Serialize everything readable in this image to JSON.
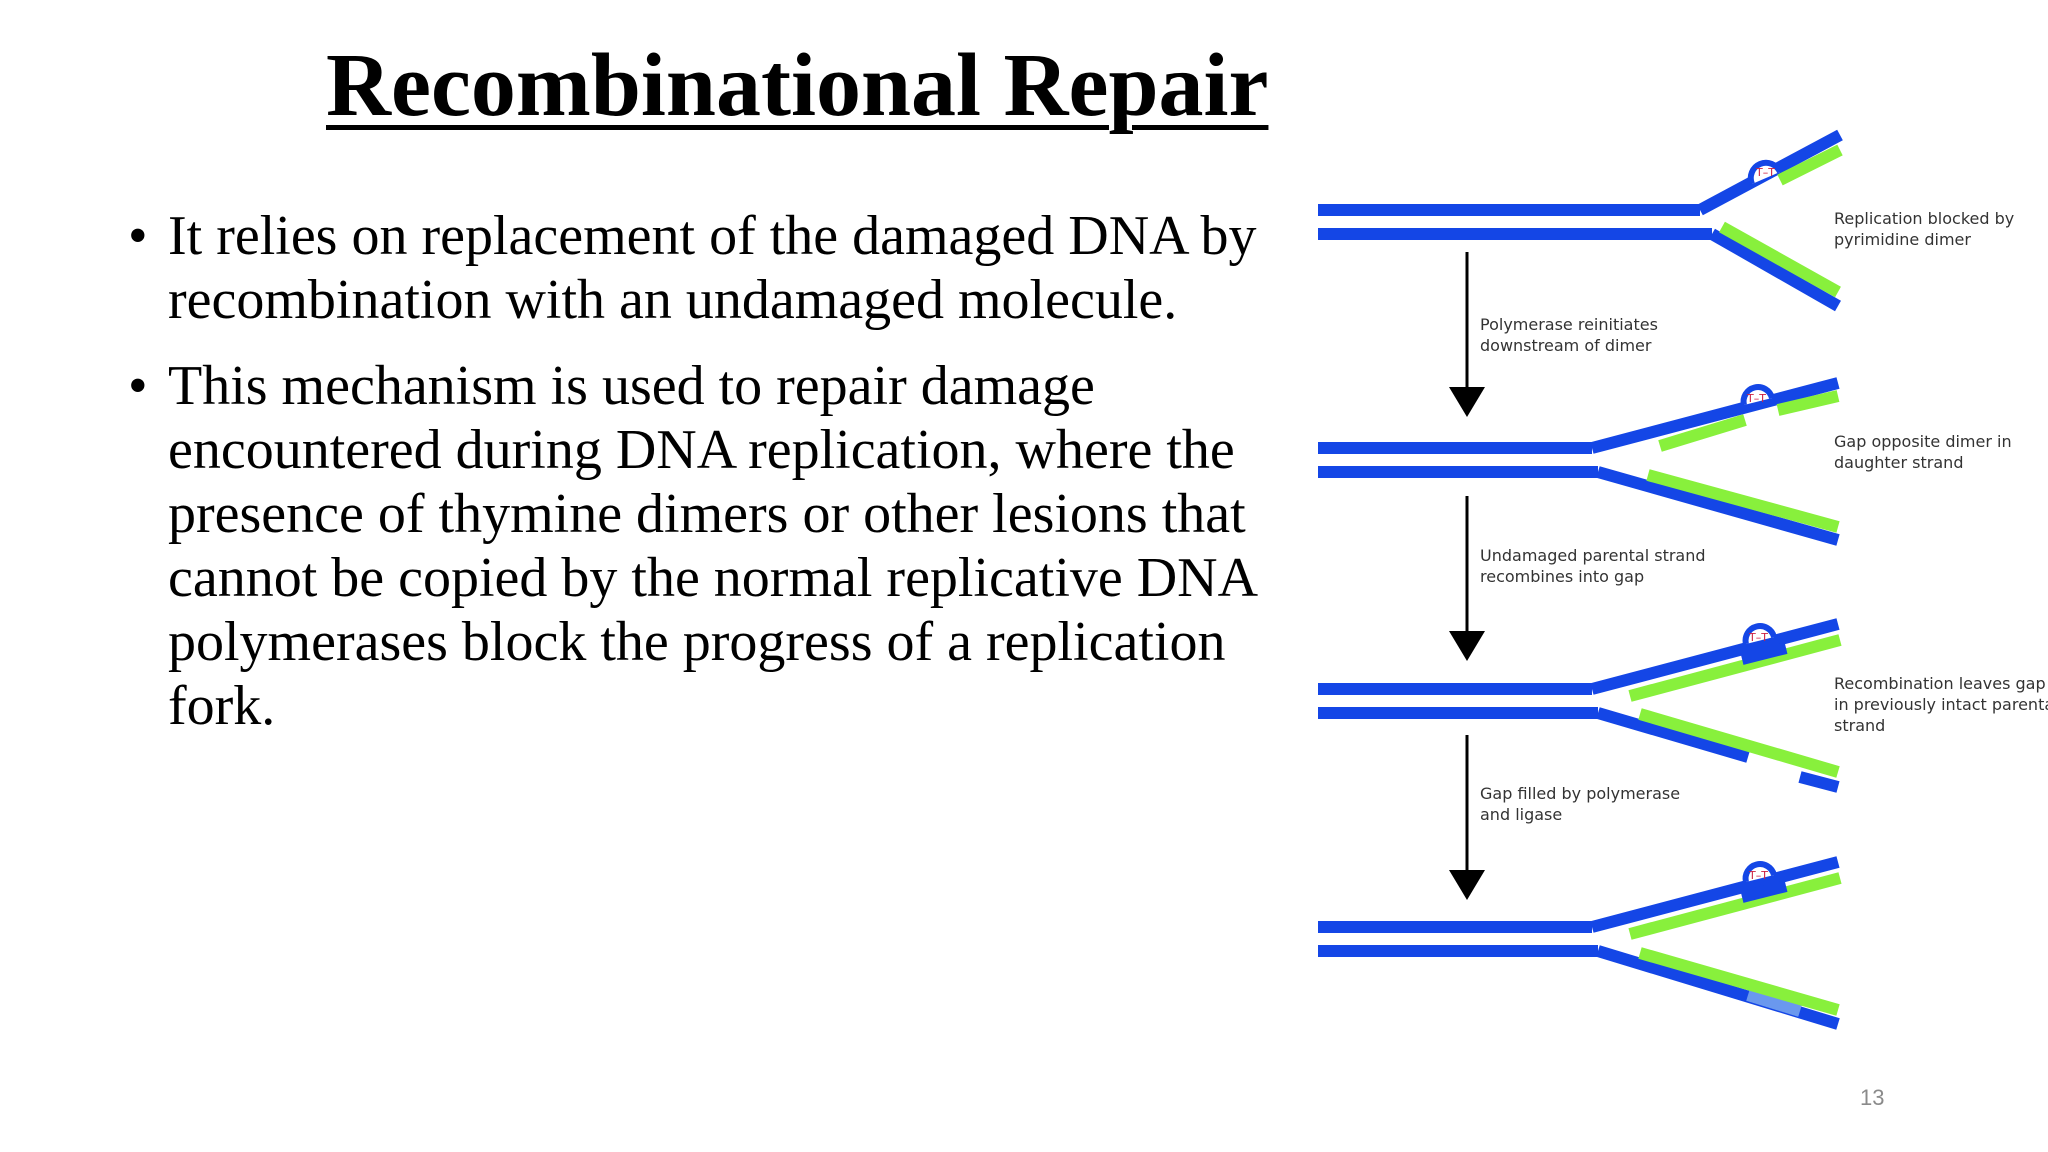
{
  "slide": {
    "title": "Recombinational Repair",
    "bullets": [
      "It relies on replacement of the damaged DNA by recombination with an undamaged molecule.",
      "This mechanism is used to repair damage encountered during DNA replication, where the presence of thymine dimers or other lesions that cannot be copied by the normal replicative DNA polymerases block the progress of a replication fork."
    ],
    "bullet_symbol": "•",
    "page_number": "13"
  },
  "diagram": {
    "colors": {
      "parental": "#1446e6",
      "daughter": "#88f03c",
      "repaired": "#6a98ee",
      "dimer": "#cc2244"
    },
    "dimer_label": "T–T",
    "step_labels": [
      [
        "Replication blocked by",
        "pyrimidine dimer"
      ],
      [
        "Gap opposite dimer in",
        "daughter strand"
      ],
      [
        "Recombination leaves gap",
        "in previously intact parental",
        "strand"
      ]
    ],
    "arrow_labels": [
      [
        "Polymerase reinitiates",
        "downstream of dimer"
      ],
      [
        "Undamaged parental strand",
        "recombines into gap"
      ],
      [
        "Gap filled by polymerase",
        "and ligase"
      ]
    ]
  }
}
